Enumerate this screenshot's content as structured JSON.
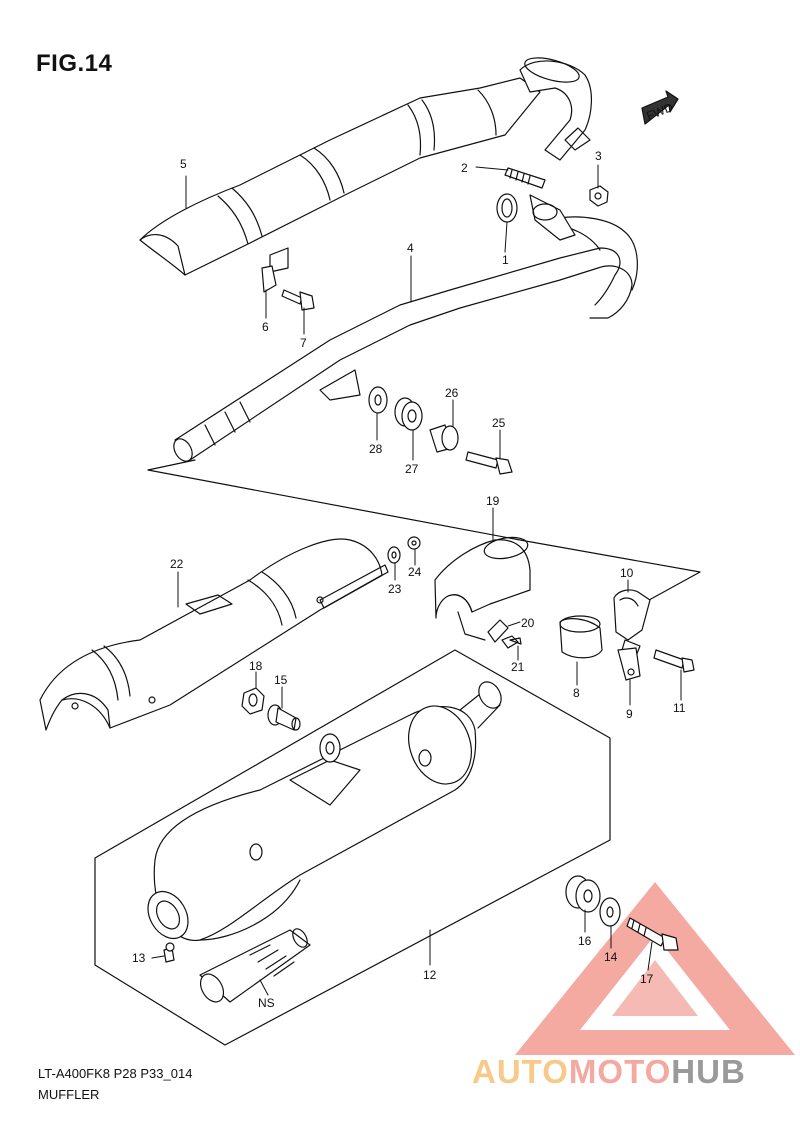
{
  "header": {
    "figure_title": "FIG.14"
  },
  "fwd_badge": {
    "label": "FWD"
  },
  "callouts": {
    "c1": "1",
    "c2": "2",
    "c3": "3",
    "c4": "4",
    "c5": "5",
    "c6": "6",
    "c7": "7",
    "c8": "8",
    "c9": "9",
    "c10": "10",
    "c11": "11",
    "c12": "12",
    "c13": "13",
    "c14": "14",
    "c15": "15",
    "c16": "16",
    "c17": "17",
    "c18": "18",
    "c19": "19",
    "c20": "20",
    "c21": "21",
    "c22": "22",
    "c23": "23",
    "c24": "24",
    "c25": "25",
    "c26": "26",
    "c27": "27",
    "c28": "28",
    "ns": "NS"
  },
  "footer": {
    "code": "LT-A400FK8 P28 P33_014",
    "name": "MUFFLER"
  },
  "watermark": {
    "part1": "AUTO",
    "part2": "MOTO",
    "part3": "HUB",
    "colors": [
      "#f7c98a",
      "#f4a8a0",
      "#9a9a9a"
    ]
  }
}
